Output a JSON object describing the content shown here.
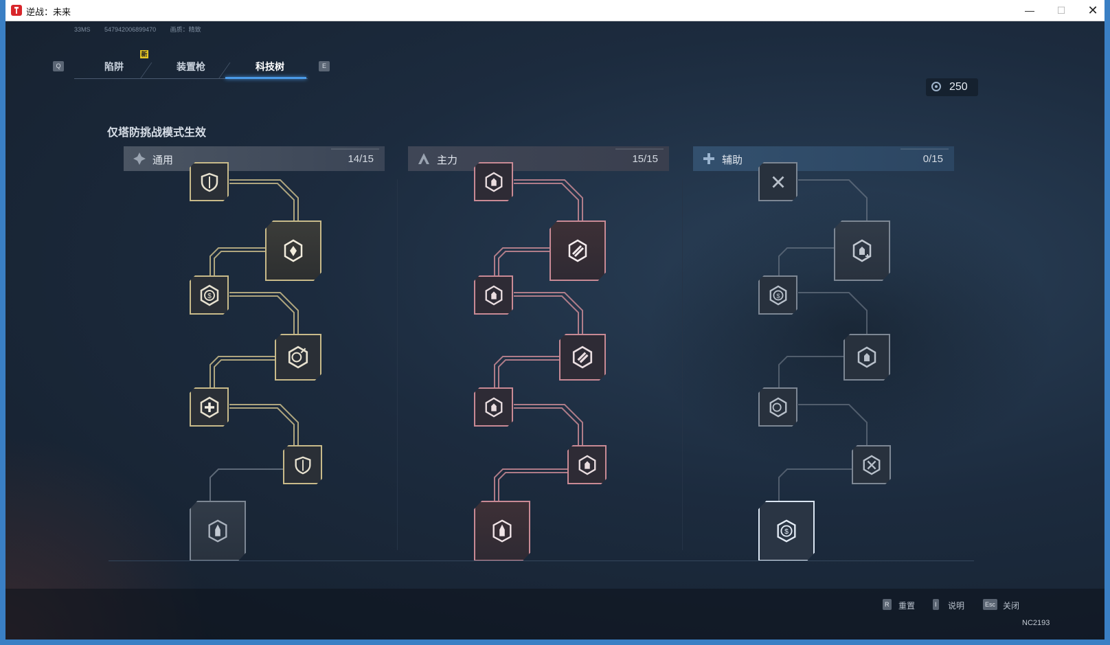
{
  "window": {
    "title": "逆战：未来",
    "min_glyph": "—",
    "max_glyph": "☐",
    "close_glyph": "✕"
  },
  "debug": {
    "ping": "33MS",
    "id": "547942006899470",
    "quality": "画质：精致"
  },
  "tabs": {
    "q_key": "Q",
    "e_key": "E",
    "items": [
      {
        "label": "陷阱"
      },
      {
        "label": "装置枪"
      },
      {
        "label": "科技树"
      }
    ],
    "active": "科技树",
    "new_badge": "新"
  },
  "currency": {
    "value": "250"
  },
  "notice": "仅塔防挑战模式生效",
  "columns": [
    {
      "title": "通用",
      "count": "14/15",
      "icon": "general-star-icon"
    },
    {
      "title": "主力",
      "count": "15/15",
      "icon": "main-force-icon"
    },
    {
      "title": "辅助",
      "count": "0/15",
      "icon": "support-cross-icon"
    }
  ],
  "footer": {
    "items": [
      {
        "key": "R",
        "label": "重置"
      },
      {
        "key": "I",
        "label": "说明"
      },
      {
        "key": "Esc",
        "label": "关闭"
      }
    ],
    "corner": "NC2193"
  },
  "colors": {
    "gold": "#c9bb8a",
    "pink": "#c98a95",
    "grey": "#7d8794",
    "active_tab": "#4b9be8"
  }
}
